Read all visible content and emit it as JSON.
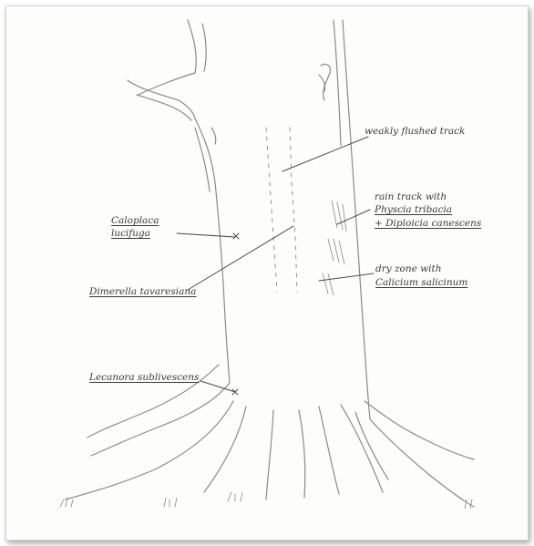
{
  "diagram": {
    "labels": {
      "weakly_flushed_track": "weakly flushed track",
      "rain_track_line1": "rain track with",
      "rain_track_line2": "Physcia tribacia",
      "rain_track_line3": "+ Diploicia canescens",
      "caloplaca_line1": "Caloplaca",
      "caloplaca_line2": "lucifuga",
      "dimerella": "Dimerella tavaresiana",
      "dry_zone_line1": "dry zone with",
      "dry_zone_line2": "Calicium salicinum",
      "lecanora": "Lecanora sublivescens"
    },
    "colors": {
      "pencil": "#8a8a8a",
      "ink": "#3a3a3a",
      "paper": "#fdfdfc"
    }
  }
}
